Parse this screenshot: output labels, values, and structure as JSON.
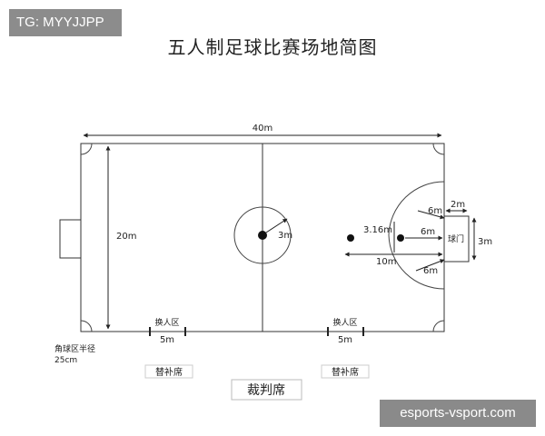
{
  "tag": "TG: MYYJJPP",
  "title": "五人制足球比赛场地简图",
  "labels": {
    "length": "40m",
    "width": "20m",
    "center_radius": "3m",
    "dist_3_16": "3.16m",
    "penalty_6m_upper": "6m",
    "penalty_6m_mid": "6m",
    "penalty_6m_lower": "6m",
    "goal_depth": "2m",
    "goal_width": "3m",
    "goal_label": "球门",
    "second_penalty": "10m",
    "sub_zone_left": "换人区",
    "sub_zone_left_len": "5m",
    "sub_zone_right": "换人区",
    "sub_zone_right_len": "5m",
    "corner_radius_1": "角球区半径",
    "corner_radius_2": "25cm",
    "bench_left": "替补席",
    "bench_right": "替补席",
    "referee": "裁判席"
  },
  "watermark": "esports-vsport.com"
}
